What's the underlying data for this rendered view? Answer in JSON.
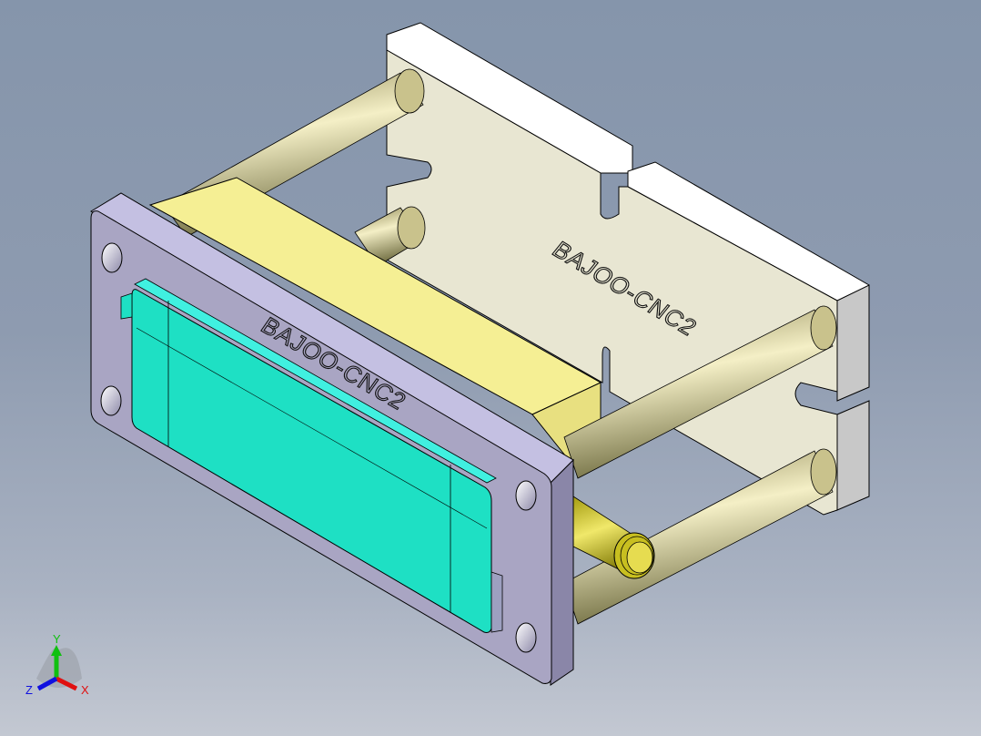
{
  "viewport": {
    "background_top": "#8595ab",
    "background_bottom": "#c3c8d2"
  },
  "model": {
    "front_plate": {
      "engraving": "BAJOO-CNC2",
      "color": "#b3aed2"
    },
    "back_plate": {
      "engraving": "BAJOO-CNC2",
      "color": "#e8e6d2"
    },
    "insert_color": "#1ee0c4",
    "block_color": "#f5ef94",
    "rod_color": "#c9c28c",
    "fitting_color": "#d6cc2a"
  },
  "triad": {
    "x_label": "X",
    "y_label": "Y",
    "z_label": "Z",
    "x_color": "#e01010",
    "y_color": "#10c010",
    "z_color": "#1010e0"
  }
}
